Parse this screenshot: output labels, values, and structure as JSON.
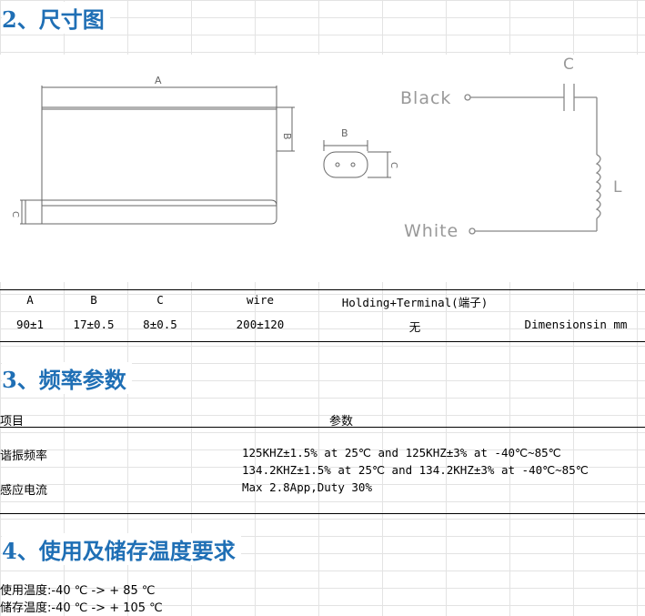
{
  "sections": {
    "dims": {
      "title": "2、尺寸图"
    },
    "freq": {
      "title": "3、频率参数"
    },
    "temp": {
      "title": "4、使用及储存温度要求"
    }
  },
  "drawing": {
    "label_a": "A",
    "label_b": "B",
    "label_c": "C",
    "circuit_black": "Black",
    "circuit_white": "White",
    "circuit_c": "C",
    "circuit_l": "L"
  },
  "dim_table": {
    "headers": [
      "A",
      "B",
      "C",
      "wire",
      "Holding+Terminal(端子)"
    ],
    "values": [
      "90±1",
      "17±0.5",
      "8±0.5",
      "200±120",
      "无",
      "Dimensionsin mm"
    ]
  },
  "freq_table": {
    "header_item": "项目",
    "header_param": "参数",
    "row1_label": "谐振频率",
    "row1_line1": "125KHZ±1.5% at 25℃ and 125KHZ±3% at -40℃~85℃",
    "row1_line2": "134.2KHZ±1.5% at 25℃ and 134.2KHZ±3% at -40℃~85℃",
    "row2_label": "感应电流",
    "row2_value": "Max 2.8App,Duty 30%"
  },
  "temp": {
    "use": "使用温度:-40 ℃ -> + 85 ℃",
    "store": "储存温度:-40 ℃ -> + 105 ℃"
  }
}
